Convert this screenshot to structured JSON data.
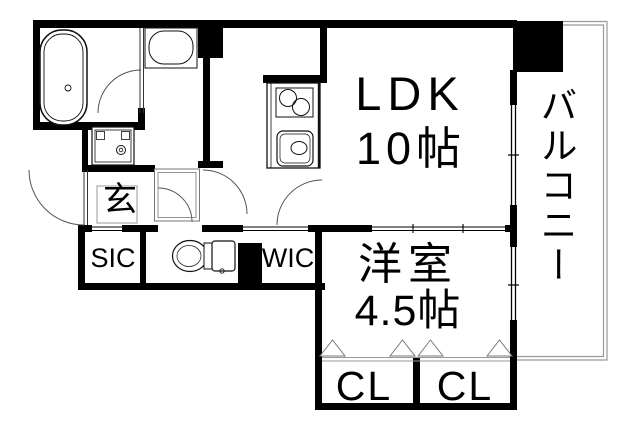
{
  "plan": {
    "background_color": "#ffffff",
    "wall_color": "#000000",
    "thin_line_color": "#999999",
    "labels": {
      "ldk_name": "LDK",
      "ldk_size": "10帖",
      "western_room_name": "洋室",
      "western_room_size": "4.5帖",
      "balcony": "バルコニー",
      "entrance": "玄",
      "shoe_closet": "SIC",
      "walk_in_closet": "WIC",
      "closet_left": "CL",
      "closet_right": "CL"
    },
    "fixtures": {
      "bathtub": "bathtub-icon",
      "washbasin": "washbasin-icon",
      "washer_pan": "washing-machine-pan-icon",
      "toilet": "toilet-icon",
      "stove": "stove-icon",
      "kitchen_sink": "kitchen-sink-icon"
    }
  }
}
